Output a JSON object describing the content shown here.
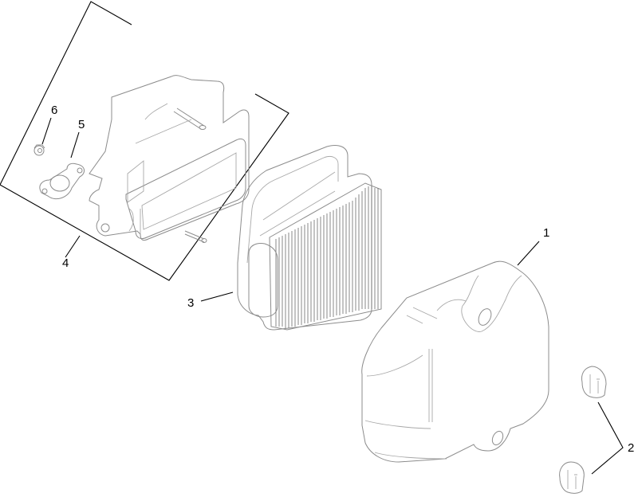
{
  "diagram": {
    "type": "exploded-parts-view",
    "background": "#ffffff",
    "line_color": "#000000",
    "part_outline_color": "#8c8c8c",
    "callouts": [
      {
        "number": "1",
        "part": "air-cleaner-cover"
      },
      {
        "number": "2",
        "part": "cover-knob"
      },
      {
        "number": "3",
        "part": "air-filter-element"
      },
      {
        "number": "4",
        "part": "air-cleaner-base-assembly"
      },
      {
        "number": "5",
        "part": "gasket"
      },
      {
        "number": "6",
        "part": "nut"
      }
    ]
  }
}
